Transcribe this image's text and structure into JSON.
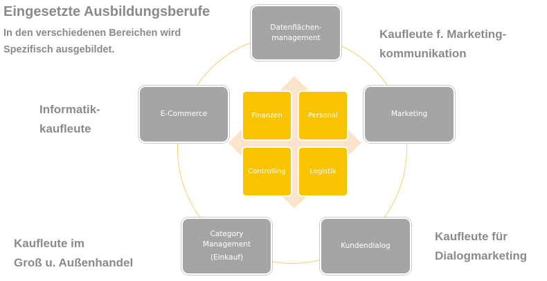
{
  "title": "Eingesetzte Ausbildungsberufe",
  "subtitle": [
    "In den verschiedenen Bereichen wird",
    "Spezifisch ausgebildet."
  ],
  "nodes": {
    "top": [
      "Datenflächen-",
      "management"
    ],
    "right": [
      "Marketing"
    ],
    "bottom_right": [
      "Kundendialog"
    ],
    "bottom_left": [
      "Category",
      "Management",
      "(Einkauf)"
    ],
    "left": [
      "E-Commerce"
    ]
  },
  "labels": {
    "top_right": [
      "Kaufleute f. Marketing-",
      "kommunikation"
    ],
    "bottom_right": [
      "Kaufleute für",
      "Dialogmarketing"
    ],
    "bottom_left": [
      "Kaufleute im",
      "Groß u. Außenhandel"
    ],
    "left": [
      "Informatik-",
      "kaufleute"
    ]
  },
  "center": {
    "top_left": "Finanzen",
    "top_right": "Personal",
    "bottom_left": "Controlling",
    "bottom_right": "Logistik"
  },
  "colors": {
    "node": "#a5a5a5",
    "tile": "#f8c300",
    "diamond": "#fce4cc",
    "ring": "#f0cf6a",
    "label_text": "#8a8a8a"
  }
}
